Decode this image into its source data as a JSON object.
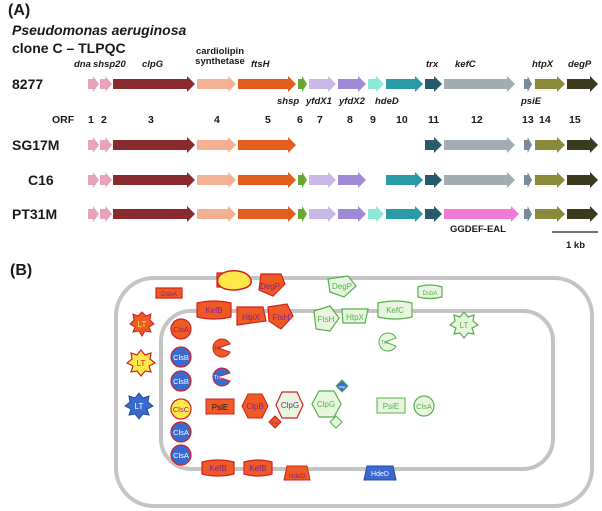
{
  "panelA": {
    "label": "(A)",
    "organism": "Pseudomonas aeruginosa",
    "clone": "clone C – TLPQC",
    "orf_prefix": "ORF",
    "gene_names": {
      "dna": "dna",
      "shsp20": "shsp20",
      "clpG": "clpG",
      "cardiolipin1": "cardiolipin",
      "cardiolipin2": "synthetase",
      "ftsH": "ftsH",
      "shsp": "shsp",
      "yfdX1": "yfdX1",
      "yfdX2": "yfdX2",
      "hdeD": "hdeD",
      "trx": "trx",
      "kefC": "kefC",
      "psiE": "psiE",
      "htpX": "htpX",
      "degP": "degP"
    },
    "orf_numbers": [
      "1",
      "2",
      "3",
      "4",
      "5",
      "6",
      "7",
      "8",
      "9",
      "10",
      "11",
      "12",
      "13",
      "14",
      "15"
    ],
    "strains": [
      "8277",
      "SG17M",
      "C16",
      "PT31M"
    ],
    "ggdef_label": "GGDEF-EAL",
    "scale_label": "1 kb"
  },
  "panelB": {
    "label": "(B)",
    "shapes": {
      "DsbA_red": "DsbA",
      "LT": "LT",
      "DegP_red": "DegP",
      "KefB": "KefB",
      "HtpX": "HtpX",
      "FtsH": "FtsH",
      "ClsA": "ClsA",
      "ClsB": "ClsB",
      "ClsC": "ClsC",
      "Trx": "Trx",
      "PsiE": "PsiE",
      "ClpB": "ClpB",
      "ClpG": "ClpG",
      "HdeD": "HdeD",
      "DsbA_green": "DsbA",
      "DegP_green": "DegP",
      "KefC": "KefC",
      "hsp": "hsp",
      "Lon": "Lon"
    }
  },
  "colors": {
    "dna": "#e8a2bd",
    "clpG": "#8a2a2f",
    "cardiolipin": "#f4b093",
    "ftsH": "#e35e1e",
    "shsp": "#6ba833",
    "yfdX1": "#c8b8e8",
    "yfdX2": "#a08ad8",
    "hdeD": "#8ce8d8",
    "teal": "#2b9aa8",
    "trx": "#2a5a6e",
    "kefC": "#a3acb0",
    "psiE": "#7a8a9a",
    "htpX": "#8a8a3a",
    "degP": "#3a3a1f",
    "ggdef": "#f07ad8",
    "red_fill": "#ee5a24",
    "red_stroke": "#d42020",
    "purple_text": "#8a2090",
    "green_fill": "#e8f6e0",
    "green_stroke": "#55b04a",
    "blue_fill": "#3a6ad0",
    "yellow_fill": "#ffe94a"
  }
}
